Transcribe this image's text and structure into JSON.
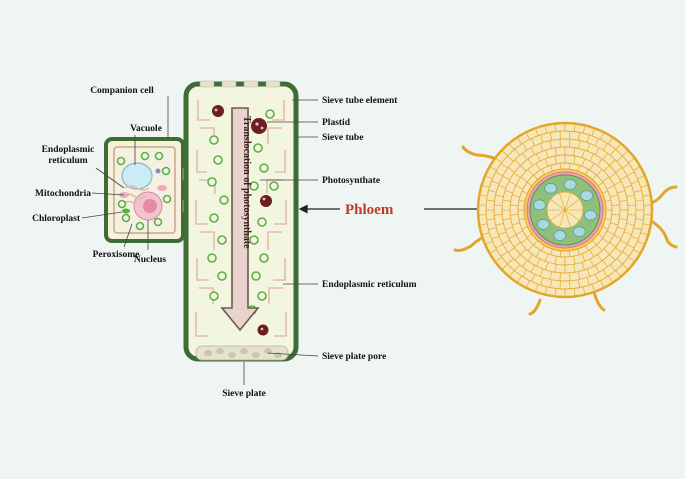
{
  "labels": {
    "companion_cell": "Companion cell",
    "vacuole": "Vacuole",
    "endoplasmic_reticulum_left_1": "Endoplasmic",
    "endoplasmic_reticulum_left_2": "reticulum",
    "mitochondria": "Mitochondria",
    "chloroplast": "Chloroplast",
    "peroxisome": "Peroxisome",
    "nucleus": "Nucleus",
    "sieve_tube_element": "Sieve tube element",
    "plastid": "Plastid",
    "sieve_tube": "Sieve tube",
    "photosynthate": "Photosynthate",
    "endoplasmic_reticulum_right": "Endoplasmic reticulum",
    "sieve_plate_pore": "Sieve plate pore",
    "sieve_plate": "Sieve plate",
    "translocation": "Translocation of photosynthate",
    "phloem": "Phloem"
  },
  "colors": {
    "background": "#eef5f2",
    "cell_wall": "#3f6b34",
    "cytoplasm": "#f3f6df",
    "chloroplast_green": "#5fae47",
    "plastid": "#6b1f1f",
    "er_pink": "#e7b9b2",
    "arrow_fill": "#e8d4cc",
    "phloem_text": "#c0392b",
    "cortex_fill": "#f7e6b8",
    "cortex_stroke": "#e2a72a",
    "vascular_green": "#8fc07a",
    "phloem_cells": "#a9d9de"
  }
}
